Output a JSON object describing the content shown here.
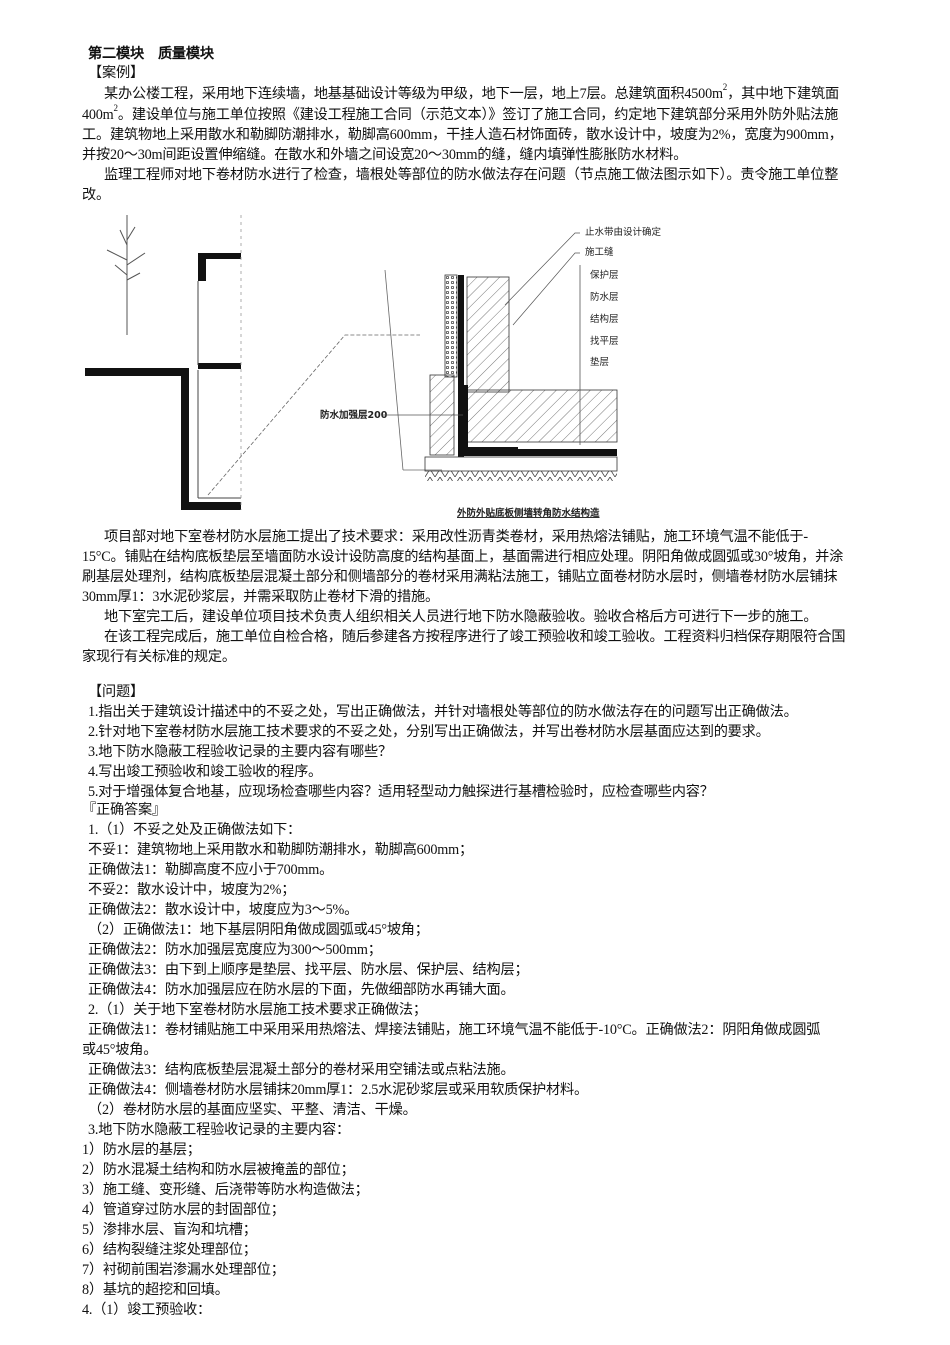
{
  "module_title": "第二模块　质量模块",
  "case_heading": "【案例】",
  "case": {
    "p1_l1": "某办公楼工程，采用地下连续墙，地基基础设计等级为甲级，地下一层，地上7层。总建筑面积4500m",
    "p1_l1_sup": "2",
    "p1_l1_tail": "，其中地下建筑面",
    "p1_l2_head": "400m",
    "p1_l2_sup": "2",
    "p1_l2": "。建设单位与施工单位按照《建设工程施工合同（示范文本）》签订了施工合同，约定地下建筑部分采用外防外贴法施",
    "p1_l3": "工。建筑物地上采用散水和勒脚防潮排水，勒脚高600mm，干挂人造石材饰面砖，散水设计中，坡度为2%，宽度为900mm，",
    "p1_l4": "并按20～30m间距设置伸缩缝。在散水和外墙之间设宽20～30mm的缝，缝内填弹性膨胀防水材料。",
    "p2_l1": "监理工程师对地下卷材防水进行了检查，墙根处等部位的防水做法存在问题（节点施工做法图示如下）。责令施工单位整",
    "p2_l2": "改。",
    "p3_l1": "项目部对地下室卷材防水层施工提出了技术要求：采用改性沥青类卷材，采用热熔法铺贴，施工环境气温不能低于-",
    "p3_l2": "15°C。铺贴在结构底板垫层至墙面防水设计设防高度的结构基面上，基面需进行相应处理。阴阳角做成圆弧或30°坡角，并涂",
    "p3_l3": "刷基层处理剂，结构底板垫层混凝土部分和侧墙部分的卷材采用满粘法施工，铺贴立面卷材防水层时，侧墙卷材防水层铺抹",
    "p3_l4": "30mm厚1：3水泥砂浆层，并需采取防止卷材下滑的措施。",
    "p4_l1": "地下室完工后，建设单位项目技术负责人组织相关人员进行地下防水隐蔽验收。验收合格后方可进行下一步的施工。",
    "p5_l1": "在该工程完成后，施工单位自检合格，随后参建各方按程序进行了竣工预验收和竣工验收。工程资料归档保存期限符合国",
    "p5_l2": "家现行有关标准的规定。"
  },
  "figure": {
    "labels": {
      "waterstop": "止水带由设计确定",
      "construction_joint": "施工缝",
      "protective_layer": "保护层",
      "waterproof_layer": "防水层",
      "structural_layer": "结构层",
      "leveling_layer": "找平层",
      "cushion_layer": "垫层",
      "reinforcement": "防水加强层200",
      "caption": "外防外贴底板侧墙转角防水结构造"
    }
  },
  "questions_heading": "【问题】",
  "questions": [
    "1.指出关于建筑设计描述中的不妥之处，写出正确做法，并针对墙根处等部位的防水做法存在的问题写出正确做法。",
    "2.针对地下室卷材防水层施工技术要求的不妥之处，分别写出正确做法，并写出卷材防水层基面应达到的要求。",
    "3.地下防水隐蔽工程验收记录的主要内容有哪些？",
    "4.写出竣工预验收和竣工验收的程序。",
    "5.对于增强体复合地基，应现场检查哪些内容？适用轻型动力触探进行基槽检验时，应检查哪些内容？"
  ],
  "answer_heading": "『正确答案』",
  "answers": {
    "a1_title": "1.（1）不妥之处及正确做法如下：",
    "a1_items": [
      "不妥1：建筑物地上采用散水和勒脚防潮排水，勒脚高600mm；",
      "正确做法1：勒脚高度不应小于700mm。",
      "不妥2：散水设计中，坡度为2%；",
      "正确做法2：散水设计中，坡度应为3～5%。",
      "（2）正确做法1：地下基层阴阳角做成圆弧或45°坡角；",
      "正确做法2：防水加强层宽度应为300～500mm；",
      "正确做法3：由下到上顺序是垫层、找平层、防水层、保护层、结构层；",
      "正确做法4：防水加强层应在防水层的下面，先做细部防水再铺大面。"
    ],
    "a2_title": "2.（1）关于地下室卷材防水层施工技术要求正确做法；",
    "a2_l1": "正确做法1：卷材铺贴施工中采用采用热熔法、焊接法铺贴，施工环境气温不能低于-10°C。正确做法2：阴阳角做成圆弧",
    "a2_l2": "或45°坡角。",
    "a2_l3": "正确做法3：结构底板垫层混凝土部分的卷材采用空铺法或点粘法施。",
    "a2_l4": "正确做法4：侧墙卷材防水层铺抹20mm厚1：2.5水泥砂浆层或采用软质保护材料。",
    "a2_l5": "（2）卷材防水层的基面应坚实、平整、清洁、干燥。",
    "a3_title": "3.地下防水隐蔽工程验收记录的主要内容：",
    "a3_items": [
      "1）防水层的基层；",
      "2）防水混凝土结构和防水层被掩盖的部位；",
      "3）施工缝、变形缝、后浇带等防水构造做法；",
      "4）管道穿过防水层的封固部位；",
      "5）渗排水层、盲沟和坑槽；",
      "6）结构裂缝注浆处理部位；",
      "7）衬砌前围岩渗漏水处理部位；",
      "8）基坑的超挖和回填。"
    ],
    "a4_title": "4.（1）竣工预验收："
  }
}
